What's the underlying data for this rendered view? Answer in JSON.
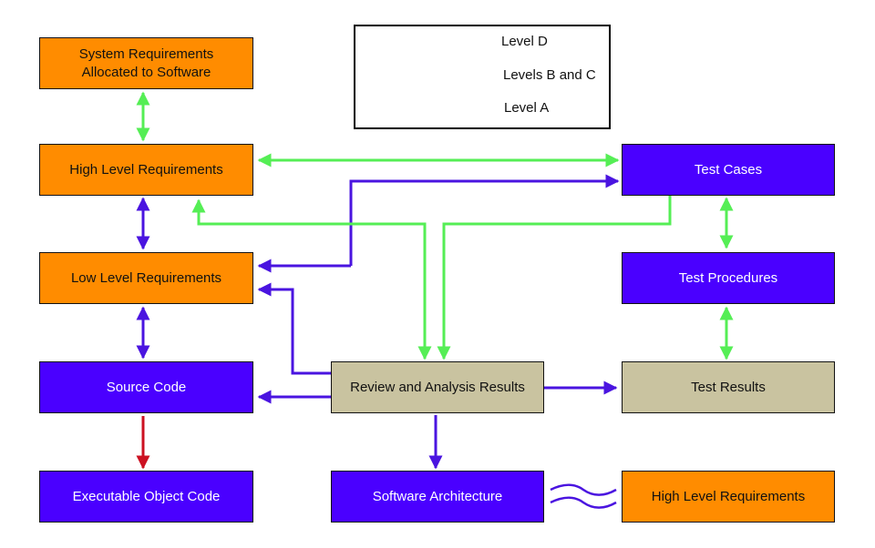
{
  "legend": {
    "items": [
      {
        "label": "Level D",
        "color": "#55ee55"
      },
      {
        "label": "Levels B and C",
        "color": "#4a14e0"
      },
      {
        "label": "Level A",
        "color": "#cc1122"
      }
    ]
  },
  "boxes": {
    "system_requirements": "System Requirements\nAllocated to Software",
    "high_level_requirements": "High Level Requirements",
    "low_level_requirements": "Low Level Requirements",
    "source_code": "Source Code",
    "executable_object_code": "Executable Object Code",
    "review_analysis_results": "Review and Analysis Results",
    "software_architecture": "Software Architecture",
    "test_cases": "Test Cases",
    "test_procedures": "Test Procedures",
    "test_results": "Test Results",
    "high_level_requirements_equiv": "High Level Requirements"
  },
  "colors": {
    "orange_box": "#ff8c00",
    "blue_box": "#4a00ff",
    "tan_box": "#c9c3a0",
    "level_d": "#55ee55",
    "levels_b_c": "#4a14e0",
    "level_a": "#cc1122"
  },
  "symbols": {
    "equivalence": "wavy-equivalence-icon"
  }
}
